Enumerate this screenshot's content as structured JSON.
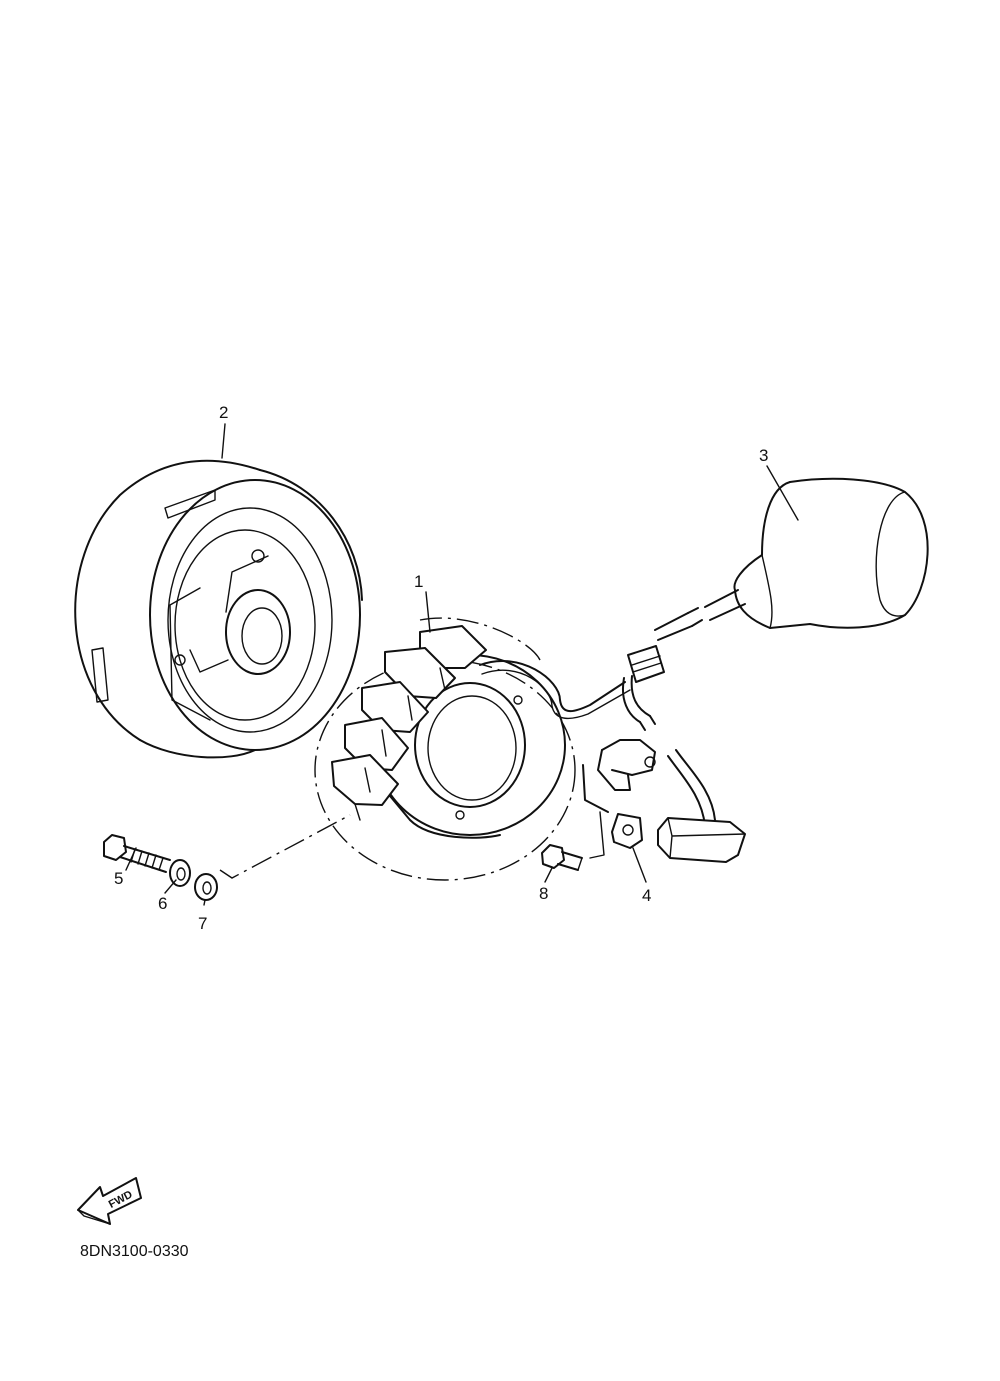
{
  "diagram": {
    "parts": [
      {
        "id": "stator",
        "label": "1"
      },
      {
        "id": "rotor",
        "label": "2"
      },
      {
        "id": "grommet-cover",
        "label": "3"
      },
      {
        "id": "bracket",
        "label": "4"
      },
      {
        "id": "bolt",
        "label": "5"
      },
      {
        "id": "lock-washer",
        "label": "6"
      },
      {
        "id": "plain-washer",
        "label": "7"
      },
      {
        "id": "screw",
        "label": "8"
      }
    ],
    "direction_marker": "FWD",
    "diagram_code": "8DN3100-0330"
  }
}
